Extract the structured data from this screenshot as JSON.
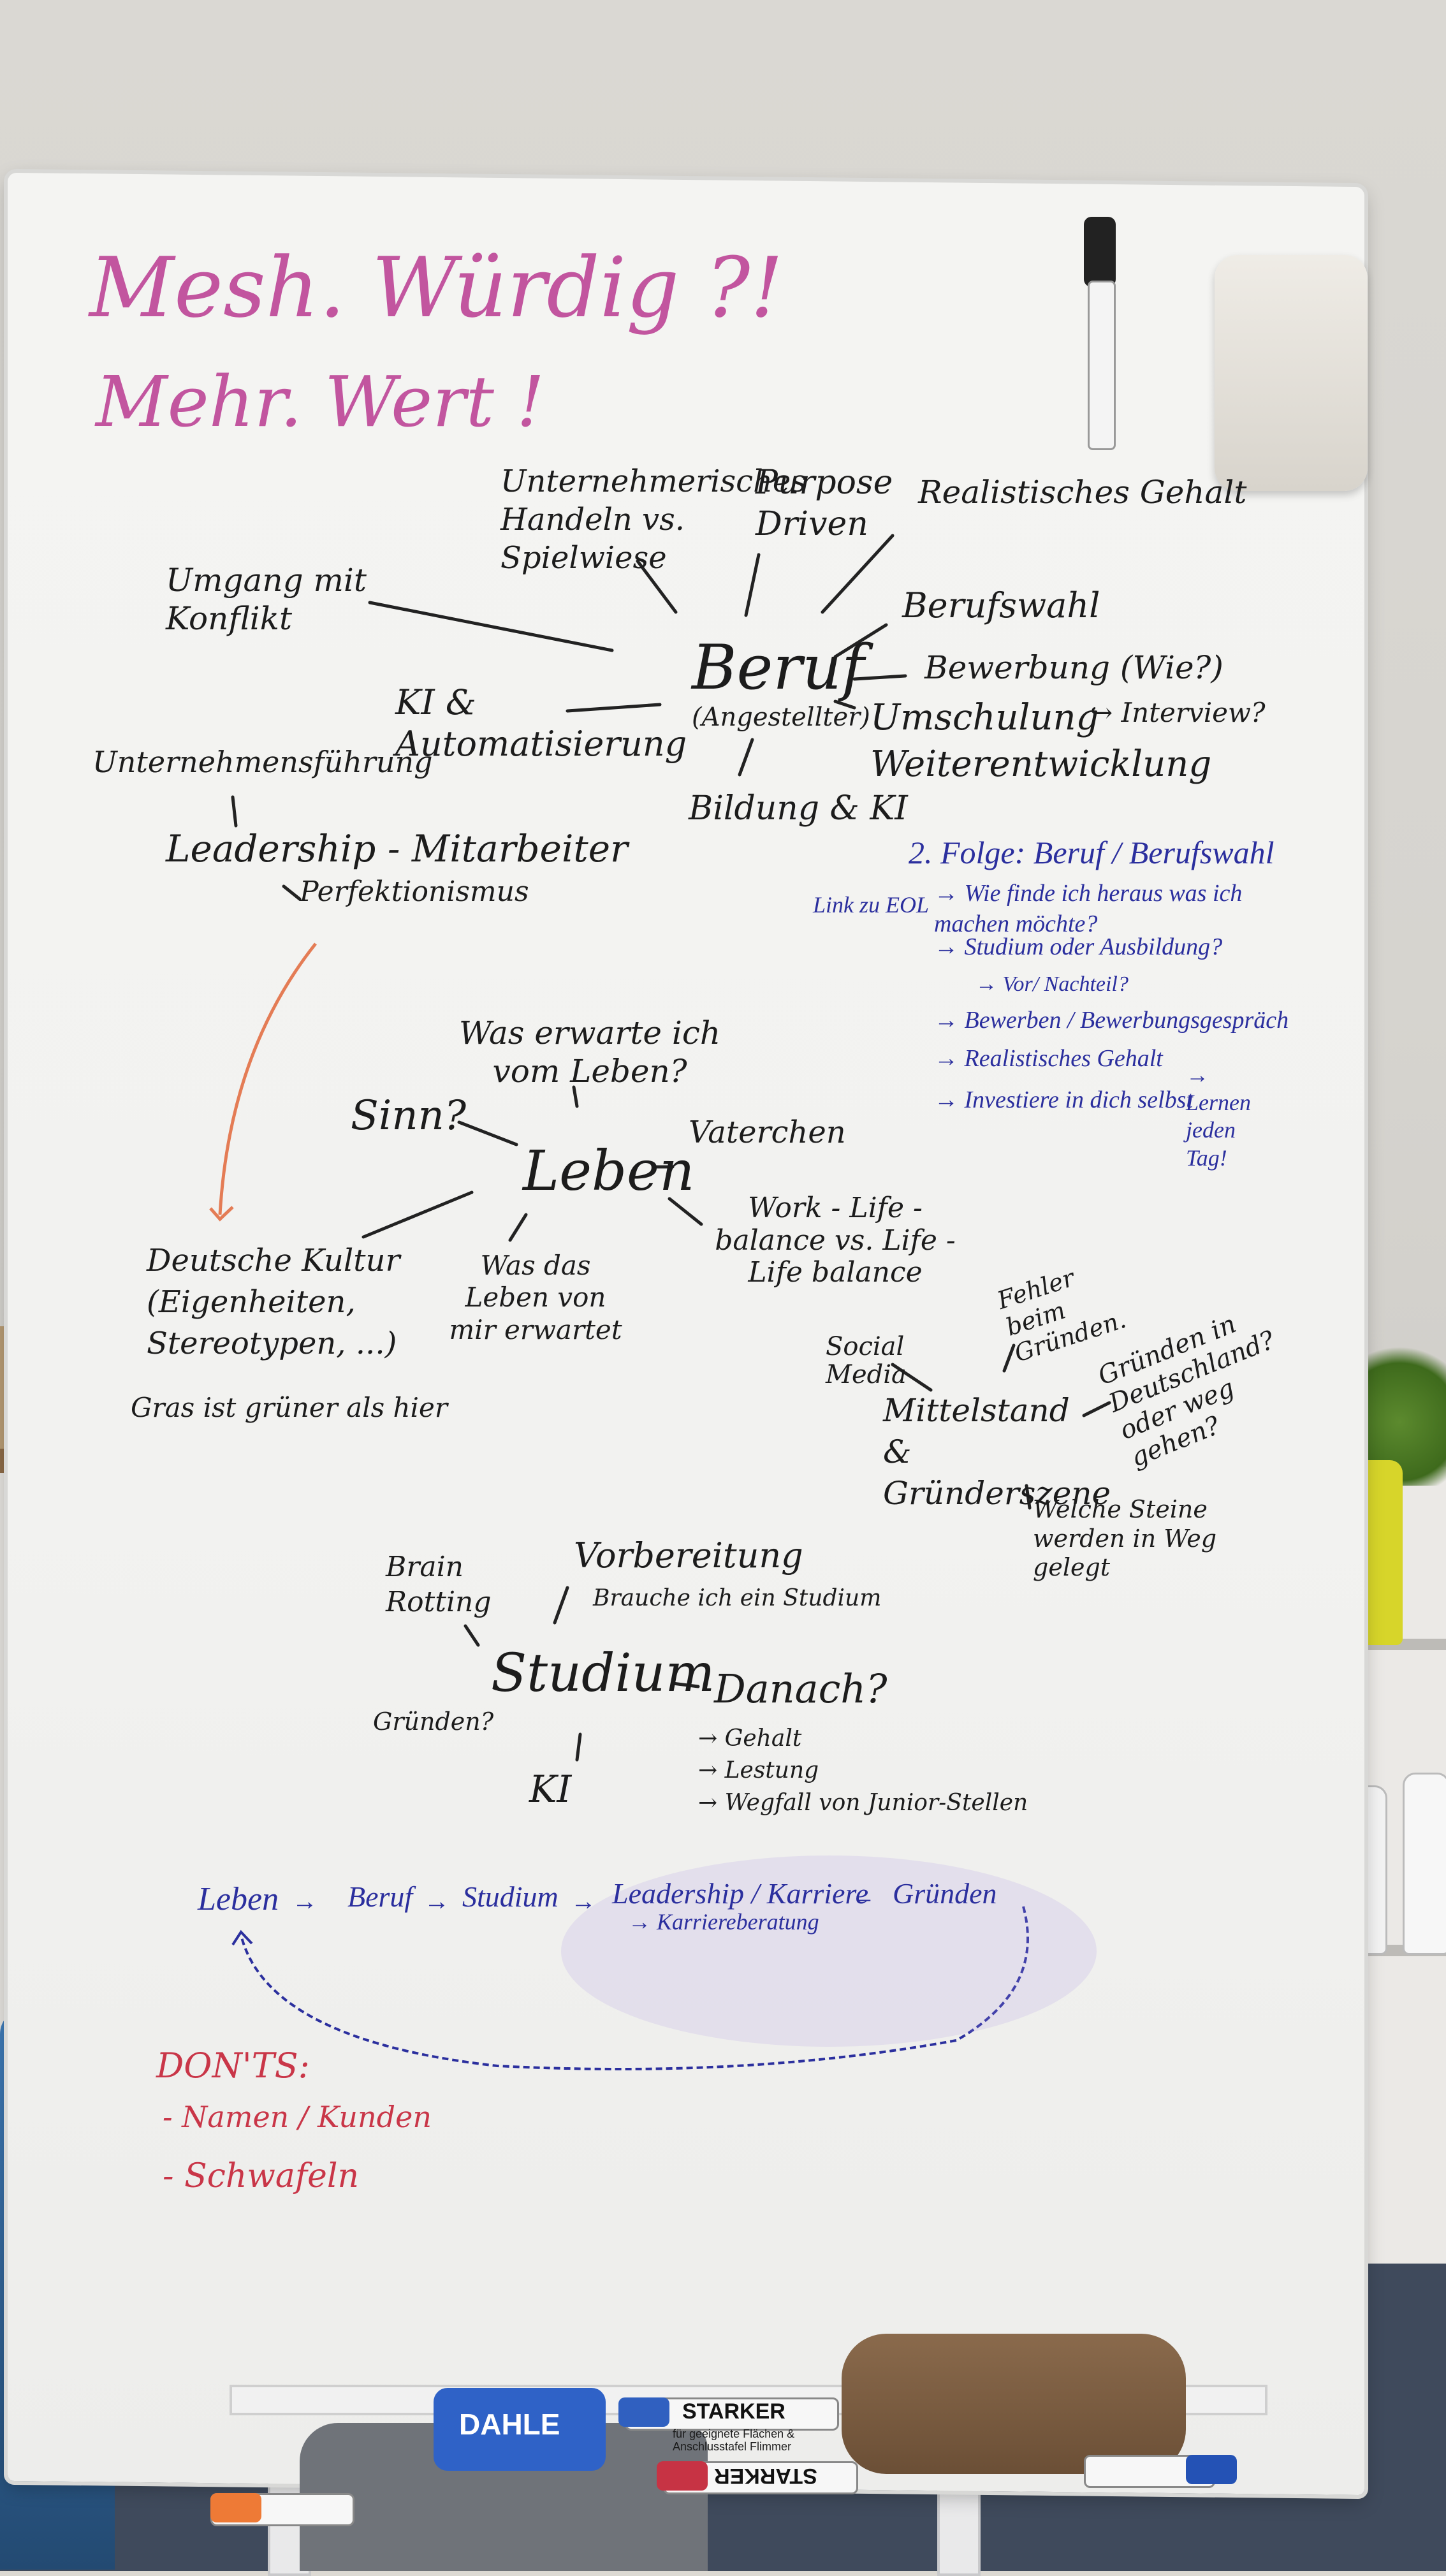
{
  "board": {
    "title": [
      "Mesh. Würdig ?!",
      "Mehr. Wert !"
    ],
    "beruf": {
      "center": "Beruf",
      "center_sub": "(Angestellter)",
      "branches": [
        "Unternehmerisches Handeln vs. Spielwiese",
        "Purpose Driven",
        "Realistisches Gehalt",
        "Berufswahl",
        "Bewerbung (Wie?)",
        "↪ Interview?",
        "Umschulung Weiterentwicklung",
        "Bildung & KI",
        "KI & Automatisierung",
        "Umgang mit Konflikt"
      ]
    },
    "leadership": {
      "top": "Unternehmensführung",
      "main": "Leadership - Mitarbeiter",
      "sub": "Perfektionismus"
    },
    "folge": {
      "heading": "2. Folge: Beruf / Berufswahl",
      "link": "Link zu EOL",
      "items": [
        "→ Wie finde ich heraus was ich machen möchte?",
        "→ Studium oder Ausbildung?",
        "→ Vor/ Nachteil?",
        "→ Bewerben / Bewerbungsgespräch",
        "→ Realistisches Gehalt",
        "→ Investiere in dich selbst",
        "→ Lernen jeden Tag!"
      ]
    },
    "leben": {
      "center": "Leben",
      "branches": [
        "Was erwarte ich vom Leben?",
        "Sinn?",
        "Vaterchen",
        "Work - Life - balance vs. Life - Life balance",
        "Was das Leben von mir erwartet",
        "Deutsche Kultur (Eigenheiten, Stereotypen, ...)",
        "Gras ist grüner als hier"
      ]
    },
    "mittelstand": {
      "center": "Mittelstand & Gründerszene",
      "branches": [
        "Social Media",
        "Fehler beim Gründen.",
        "Gründen in Deutschland? oder weg gehen?",
        "Welche Steine werden in Weg gelegt"
      ]
    },
    "studium": {
      "center": "Studium",
      "branches": [
        "Brain Rotting",
        "Vorbereitung",
        "Brauche ich ein Studium",
        "Gründen?",
        "KI",
        "Danach?"
      ],
      "danach": [
        "→ Gehalt",
        "→ Lestung",
        "→ Wegfall von Junior-Stellen"
      ]
    },
    "flow": {
      "steps": [
        "Leben",
        "Beruf",
        "Studium",
        "Leadership / Karriere",
        "Gründen"
      ],
      "sub": "→ Karriereberatung"
    },
    "donts": {
      "heading": "DON'TS:",
      "items": [
        "- Namen / Kunden",
        "- Schwafeln"
      ]
    }
  },
  "props": {
    "sponge_brand": "DAHLE",
    "marker_brand": "STARKER",
    "marker_small_text": "für geeignete Flächen & Anschlusstafel Flimmer"
  },
  "colors": {
    "pink": "#c2559f",
    "blue": "#2b2f9e",
    "red": "#c93648",
    "black": "#1c1c1c",
    "orange_arrow": "#e47c55"
  }
}
